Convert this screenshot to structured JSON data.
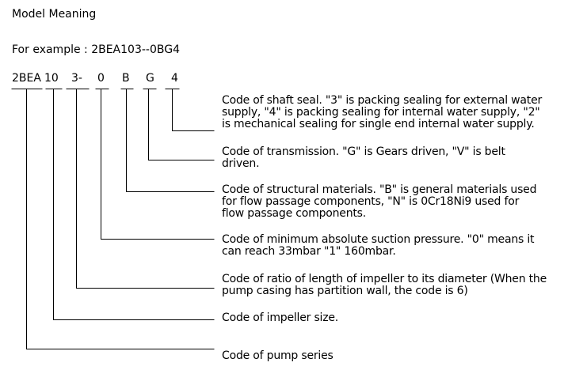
{
  "title": "Model Meaning",
  "example": "For example : 2BEA103--0BG4",
  "segments": [
    "2BEA",
    "10",
    "3-",
    "0",
    "B",
    "G",
    "4"
  ],
  "descriptions": {
    "shaft_seal": [
      "Code of shaft seal. \"3\" is packing sealing for external water",
      "supply, \"4\" is packing sealing for internal water supply, \"2\"",
      "is mechanical sealing for single end internal water supply."
    ],
    "transmission": [
      "Code of transmission. \"G\" is Gears driven, \"V\" is belt",
      "driven."
    ],
    "structural_materials": [
      "Code of structural materials. \"B\" is general materials used",
      "for flow passage components, \"N\" is 0Cr18Ni9 used for",
      "flow passage components."
    ],
    "suction_pressure": [
      "Code of minimum absolute suction pressure. \"0\" means it",
      "can reach 33mbar \"1\" 160mbar."
    ],
    "impeller_ratio": [
      "Code of ratio of length of impeller to its diameter (When the",
      "pump casing has partition wall, the code is 6)"
    ],
    "impeller_size": [
      "Code of impeller size."
    ],
    "pump_series": [
      "Code of pump series"
    ]
  },
  "line_color": "#000000"
}
